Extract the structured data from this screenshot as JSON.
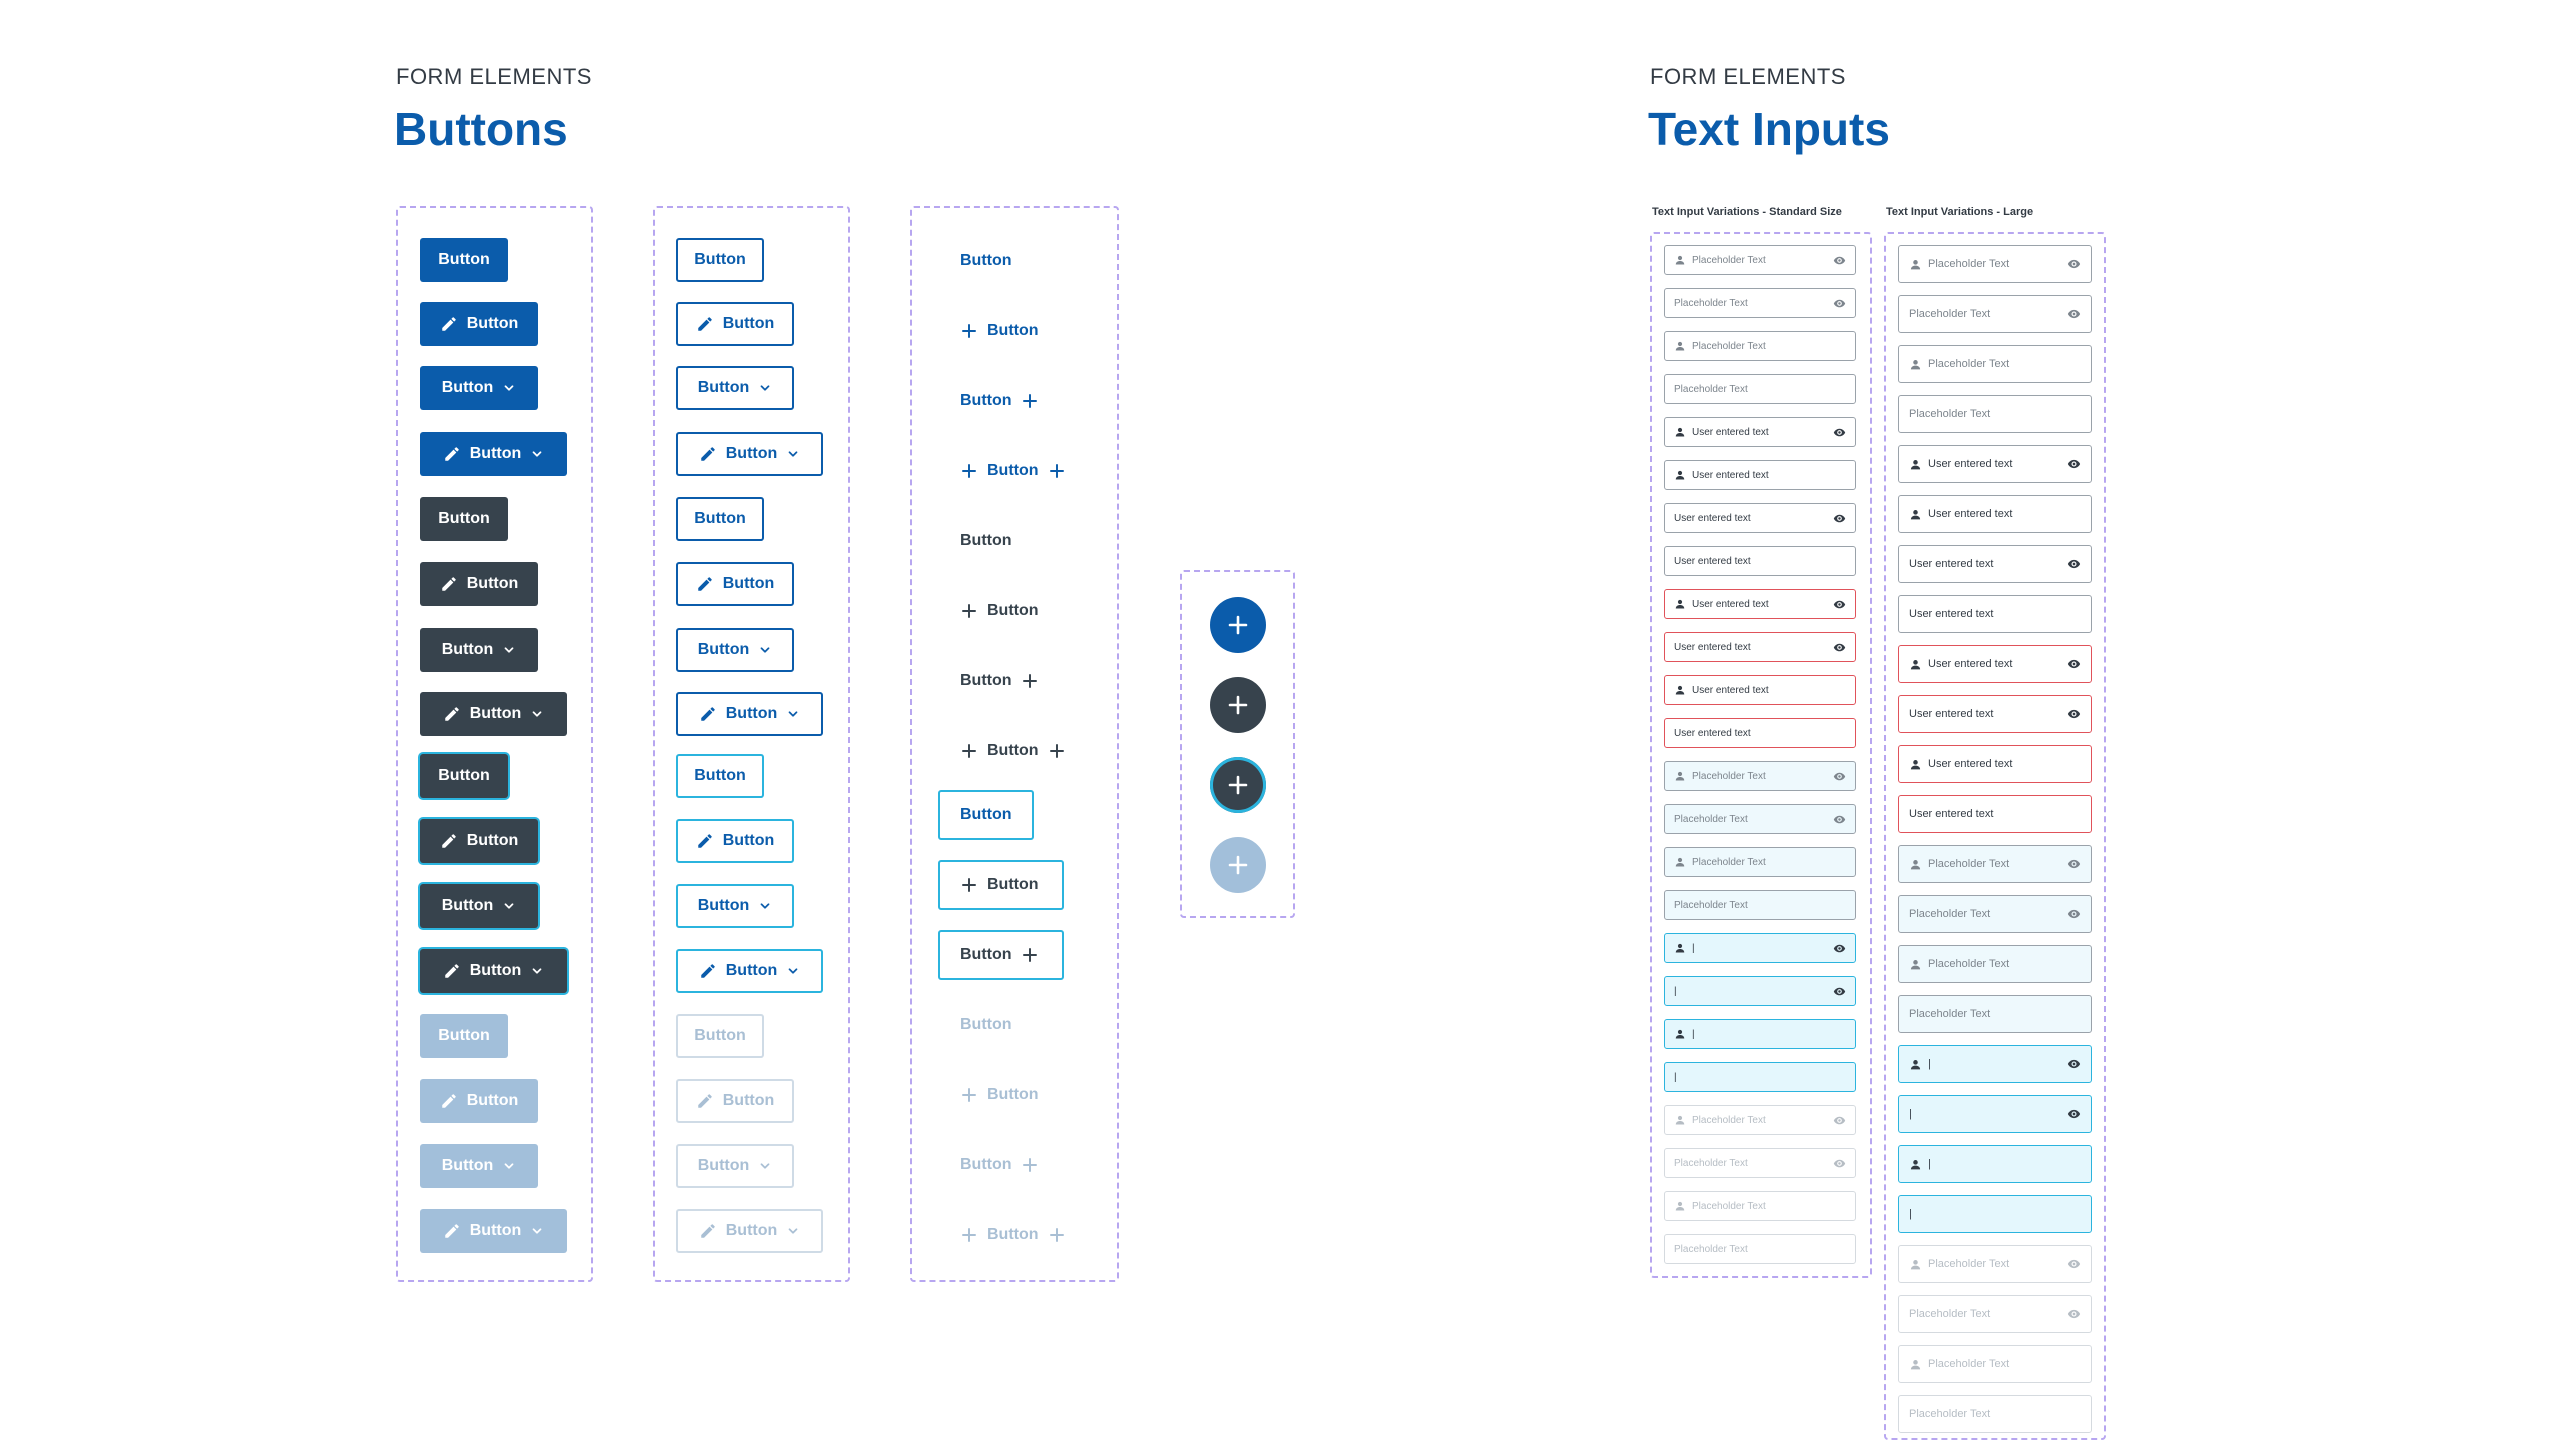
{
  "buttons_section": {
    "eyebrow": "FORM ELEMENTS",
    "title": "Buttons"
  },
  "inputs_section": {
    "eyebrow": "FORM ELEMENTS",
    "title": "Text Inputs",
    "standard_label": "Text Input Variations - Standard Size",
    "large_label": "Text Input Variations - Large"
  },
  "button_label": "Button",
  "input_texts": {
    "placeholder": "Placeholder Text",
    "entered": "User entered text",
    "cursor": "|"
  },
  "colors": {
    "primary": "#0b5cab",
    "dark": "#37434d",
    "focus": "#2bb4de",
    "disabled": "#a2bfda",
    "error": "#e0525a",
    "guide": "#b7a6f0"
  },
  "filled_column": [
    {
      "style": "blue",
      "icon": "none"
    },
    {
      "style": "blue",
      "icon": "pencil-icon"
    },
    {
      "style": "blue",
      "icon": "chevron-down-icon"
    },
    {
      "style": "blue",
      "icon": "pencil-and-chevron"
    },
    {
      "style": "dark",
      "icon": "none"
    },
    {
      "style": "dark",
      "icon": "pencil-icon"
    },
    {
      "style": "dark",
      "icon": "chevron-down-icon"
    },
    {
      "style": "dark",
      "icon": "pencil-and-chevron"
    },
    {
      "style": "dark-focused",
      "icon": "none"
    },
    {
      "style": "dark-focused",
      "icon": "pencil-icon"
    },
    {
      "style": "dark-focused",
      "icon": "chevron-down-icon"
    },
    {
      "style": "dark-focused",
      "icon": "pencil-and-chevron"
    },
    {
      "style": "disabled",
      "icon": "none"
    },
    {
      "style": "disabled",
      "icon": "pencil-icon"
    },
    {
      "style": "disabled",
      "icon": "chevron-down-icon"
    },
    {
      "style": "disabled",
      "icon": "pencil-and-chevron"
    }
  ],
  "outline_column": [
    {
      "style": "blue",
      "icon": "none"
    },
    {
      "style": "blue",
      "icon": "pencil-icon"
    },
    {
      "style": "blue",
      "icon": "chevron-down-icon"
    },
    {
      "style": "blue",
      "icon": "pencil-and-chevron"
    },
    {
      "style": "blue",
      "icon": "none"
    },
    {
      "style": "blue",
      "icon": "pencil-icon"
    },
    {
      "style": "blue",
      "icon": "chevron-down-icon"
    },
    {
      "style": "blue",
      "icon": "pencil-and-chevron"
    },
    {
      "style": "focused",
      "icon": "none"
    },
    {
      "style": "focused",
      "icon": "pencil-icon"
    },
    {
      "style": "focused",
      "icon": "chevron-down-icon"
    },
    {
      "style": "focused",
      "icon": "pencil-and-chevron"
    },
    {
      "style": "disabled",
      "icon": "none"
    },
    {
      "style": "disabled",
      "icon": "pencil-icon"
    },
    {
      "style": "disabled",
      "icon": "chevron-down-icon"
    },
    {
      "style": "disabled",
      "icon": "pencil-and-chevron"
    }
  ],
  "text_column": [
    {
      "style": "blue",
      "icon": "none"
    },
    {
      "style": "blue",
      "icon": "plus-left"
    },
    {
      "style": "blue",
      "icon": "plus-right"
    },
    {
      "style": "blue",
      "icon": "plus-both"
    },
    {
      "style": "dark",
      "icon": "none"
    },
    {
      "style": "dark",
      "icon": "plus-left"
    },
    {
      "style": "dark",
      "icon": "plus-right"
    },
    {
      "style": "dark",
      "icon": "plus-both"
    },
    {
      "style": "blue-focused",
      "icon": "none"
    },
    {
      "style": "dark-focused",
      "icon": "plus-left"
    },
    {
      "style": "dark-focused",
      "icon": "plus-right"
    },
    {
      "style": "disabled",
      "icon": "none"
    },
    {
      "style": "disabled",
      "icon": "plus-left"
    },
    {
      "style": "disabled",
      "icon": "plus-right"
    },
    {
      "style": "disabled",
      "icon": "plus-both"
    }
  ],
  "fab_column": [
    {
      "style": "blue",
      "icon": "plus-icon"
    },
    {
      "style": "dark",
      "icon": "plus-icon"
    },
    {
      "style": "dark-focused",
      "icon": "plus-icon"
    },
    {
      "style": "disabled",
      "icon": "plus-icon"
    }
  ],
  "standard_inputs": [
    {
      "state": "default",
      "text": "placeholder",
      "user_icon": true,
      "eye_icon": true
    },
    {
      "state": "default",
      "text": "placeholder",
      "user_icon": false,
      "eye_icon": true
    },
    {
      "state": "default",
      "text": "placeholder",
      "user_icon": true,
      "eye_icon": false
    },
    {
      "state": "default",
      "text": "placeholder",
      "user_icon": false,
      "eye_icon": false
    },
    {
      "state": "entered",
      "text": "entered",
      "user_icon": true,
      "eye_icon": true
    },
    {
      "state": "entered",
      "text": "entered",
      "user_icon": true,
      "eye_icon": false
    },
    {
      "state": "entered",
      "text": "entered",
      "user_icon": false,
      "eye_icon": true
    },
    {
      "state": "entered",
      "text": "entered",
      "user_icon": false,
      "eye_icon": false
    },
    {
      "state": "error",
      "text": "entered",
      "user_icon": true,
      "eye_icon": true
    },
    {
      "state": "error",
      "text": "entered",
      "user_icon": false,
      "eye_icon": true
    },
    {
      "state": "error",
      "text": "entered",
      "user_icon": true,
      "eye_icon": false
    },
    {
      "state": "error",
      "text": "entered",
      "user_icon": false,
      "eye_icon": false
    },
    {
      "state": "focus",
      "text": "placeholder",
      "user_icon": true,
      "eye_icon": true
    },
    {
      "state": "focus",
      "text": "placeholder",
      "user_icon": false,
      "eye_icon": true
    },
    {
      "state": "focus",
      "text": "placeholder",
      "user_icon": true,
      "eye_icon": false
    },
    {
      "state": "focus",
      "text": "placeholder",
      "user_icon": false,
      "eye_icon": false
    },
    {
      "state": "active",
      "text": "cursor",
      "user_icon": true,
      "eye_icon": true
    },
    {
      "state": "active",
      "text": "cursor",
      "user_icon": false,
      "eye_icon": true
    },
    {
      "state": "active",
      "text": "cursor",
      "user_icon": true,
      "eye_icon": false
    },
    {
      "state": "active",
      "text": "cursor",
      "user_icon": false,
      "eye_icon": false
    },
    {
      "state": "disabled",
      "text": "placeholder",
      "user_icon": true,
      "eye_icon": true
    },
    {
      "state": "disabled",
      "text": "placeholder",
      "user_icon": false,
      "eye_icon": true
    },
    {
      "state": "disabled",
      "text": "placeholder",
      "user_icon": true,
      "eye_icon": false
    },
    {
      "state": "disabled",
      "text": "placeholder",
      "user_icon": false,
      "eye_icon": false
    }
  ],
  "large_inputs": [
    {
      "state": "default",
      "text": "placeholder",
      "user_icon": true,
      "eye_icon": true
    },
    {
      "state": "default",
      "text": "placeholder",
      "user_icon": false,
      "eye_icon": true
    },
    {
      "state": "default",
      "text": "placeholder",
      "user_icon": true,
      "eye_icon": false
    },
    {
      "state": "default",
      "text": "placeholder",
      "user_icon": false,
      "eye_icon": false
    },
    {
      "state": "entered",
      "text": "entered",
      "user_icon": true,
      "eye_icon": true
    },
    {
      "state": "entered",
      "text": "entered",
      "user_icon": true,
      "eye_icon": false
    },
    {
      "state": "entered",
      "text": "entered",
      "user_icon": false,
      "eye_icon": true
    },
    {
      "state": "entered",
      "text": "entered",
      "user_icon": false,
      "eye_icon": false
    },
    {
      "state": "error",
      "text": "entered",
      "user_icon": true,
      "eye_icon": true
    },
    {
      "state": "error",
      "text": "entered",
      "user_icon": false,
      "eye_icon": true
    },
    {
      "state": "error",
      "text": "entered",
      "user_icon": true,
      "eye_icon": false
    },
    {
      "state": "error",
      "text": "entered",
      "user_icon": false,
      "eye_icon": false
    },
    {
      "state": "focus",
      "text": "placeholder",
      "user_icon": true,
      "eye_icon": true
    },
    {
      "state": "focus",
      "text": "placeholder",
      "user_icon": false,
      "eye_icon": true
    },
    {
      "state": "focus",
      "text": "placeholder",
      "user_icon": true,
      "eye_icon": false
    },
    {
      "state": "focus",
      "text": "placeholder",
      "user_icon": false,
      "eye_icon": false
    },
    {
      "state": "active",
      "text": "cursor",
      "user_icon": true,
      "eye_icon": true
    },
    {
      "state": "active",
      "text": "cursor",
      "user_icon": false,
      "eye_icon": true
    },
    {
      "state": "active",
      "text": "cursor",
      "user_icon": true,
      "eye_icon": false
    },
    {
      "state": "active",
      "text": "cursor",
      "user_icon": false,
      "eye_icon": false
    },
    {
      "state": "disabled",
      "text": "placeholder",
      "user_icon": true,
      "eye_icon": true
    },
    {
      "state": "disabled",
      "text": "placeholder",
      "user_icon": false,
      "eye_icon": true
    },
    {
      "state": "disabled",
      "text": "placeholder",
      "user_icon": true,
      "eye_icon": false
    },
    {
      "state": "disabled",
      "text": "placeholder",
      "user_icon": false,
      "eye_icon": false
    }
  ]
}
